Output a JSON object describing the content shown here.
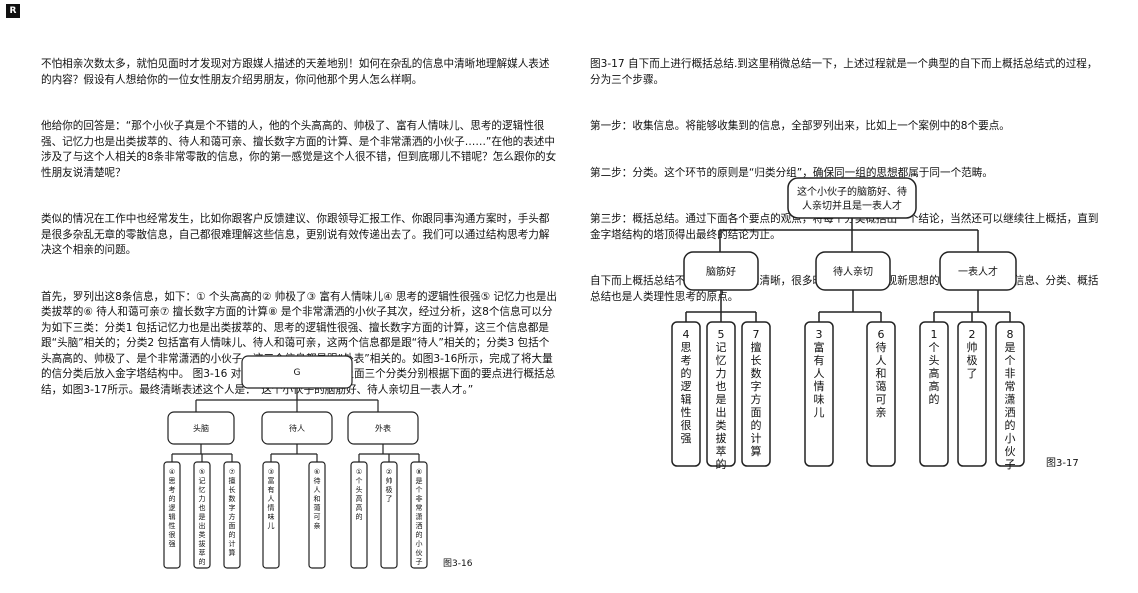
{
  "page_badge": "R",
  "left_text": [
    "不怕相亲次数太多，就怕见面时才发现对方跟媒人描述的天差地别！如何在杂乱的信息中清晰地理解媒人表述的内容？假设有人想给你的一位女性朋友介绍男朋友，你问他那个男人怎么样啊。",
    "他给你的回答是：“那个小伙子真是个不错的人，他的个头高高的、帅极了、富有人情味儿、思考的逻辑性很强、记忆力也是出类拔萃的、待人和蔼可亲、擅长数字方面的计算、是个非常潇洒的小伙子……”在他的表述中涉及了与这个人相关的8条非常零散的信息，你的第一感觉是这个人很不错，但到底哪儿不错呢？怎么跟你的女性朋友说清楚呢？",
    "类似的情况在工作中也经常发生，比如你跟客户反馈建议、你跟领导汇报工作、你跟同事沟通方案时，手头都是很多杂乱无章的零散信息，自己都很难理解这些信息，更别说有效传递出去了。我们可以通过结构思考力解决这个相亲的问题。",
    "首先，罗列出这8条信息，如下：① 个头高高的② 帅极了③ 富有人情味儿④ 思考的逻辑性很强⑤ 记忆力也是出类拔萃的⑥ 待人和蔼可亲⑦ 擅长数字方面的计算⑧ 是个非常潇洒的小伙子其次，经过分析，这8个信息可以分为如下三类：分类1 包括记忆力也是出类拔萃的、思考的逻辑性很强、擅长数字方面的计算，这三个信息都是跟“头脑”相关的；分类2 包括富有人情味儿、待人和蔼可亲，这两个信息都是跟“待人”相关的；分类3 包括个头高高的、帅极了、是个非常潇洒的小伙子，这三个信息都是跟“外表”相关的。如图3-16所示，完成了将大量的信分类后放入金字塔结构中。 图3-16 对于8条信息进行分类将上面三个分类分别根据下面的要点进行概括总结，如图3-17所示。最终清晰表述这个人是：“这个小伙子的脑筋好、待人亲切且一表人才。”"
  ],
  "right_text": [
    "图3-17 自下而上进行概括总结.到这里稍微总结一下，上述过程就是一个典型的自下而上概括总结式的过程，分为三个步骤。",
    "第一步：收集信息。将能够收集到的信息，全部罗列出来，比如上一个案例中的8个要点。",
    "第二步：分类。这个环节的原则是“归类分组”，确保同一组的思想都属于同一个范畴。",
    "第三步：概括总结。通过下面各个要点的观点，将每个分类概括出一个结论，当然还可以继续往上概括，直到金字塔结构的塔顶得出最终的结论为止。",
    "自下而上概括总结不仅是让观点更加清晰，很多时候也是一个发现新思想的过程，同时收集信息、分类、概括总结也是人类理性思考的原点。"
  ],
  "fig16": {
    "root": "G",
    "groups": [
      {
        "label": "头脑",
        "items": [
          "④思考的逻辑性很强",
          "⑤记忆力也是出类拔萃的",
          "⑦擅长数字方面的计算"
        ]
      },
      {
        "label": "待人",
        "items": [
          "③富有人情味儿",
          "⑥待人和蔼可亲"
        ]
      },
      {
        "label": "外表",
        "items": [
          "①个头高高的",
          "②帅极了",
          "⑧是个非常潇洒的小伙子"
        ]
      }
    ],
    "caption": "图3-16"
  },
  "fig17": {
    "root": [
      "这个小伙子的脑筋好、待",
      "人亲切并且是一表人才"
    ],
    "groups": [
      {
        "label": "脑筋好",
        "items": [
          "4思考的逻辑性很强",
          "5记忆力也是出类拔萃的",
          "7擅长数字方面的计算"
        ]
      },
      {
        "label": "待人亲切",
        "items": [
          "3富有人情味儿",
          "6待人和蔼可亲"
        ]
      },
      {
        "label": "一表人才",
        "items": [
          "1个头高高的",
          "2帅极了",
          "8是个非常潇洒的小伙子"
        ]
      }
    ],
    "caption": "图3-17"
  }
}
